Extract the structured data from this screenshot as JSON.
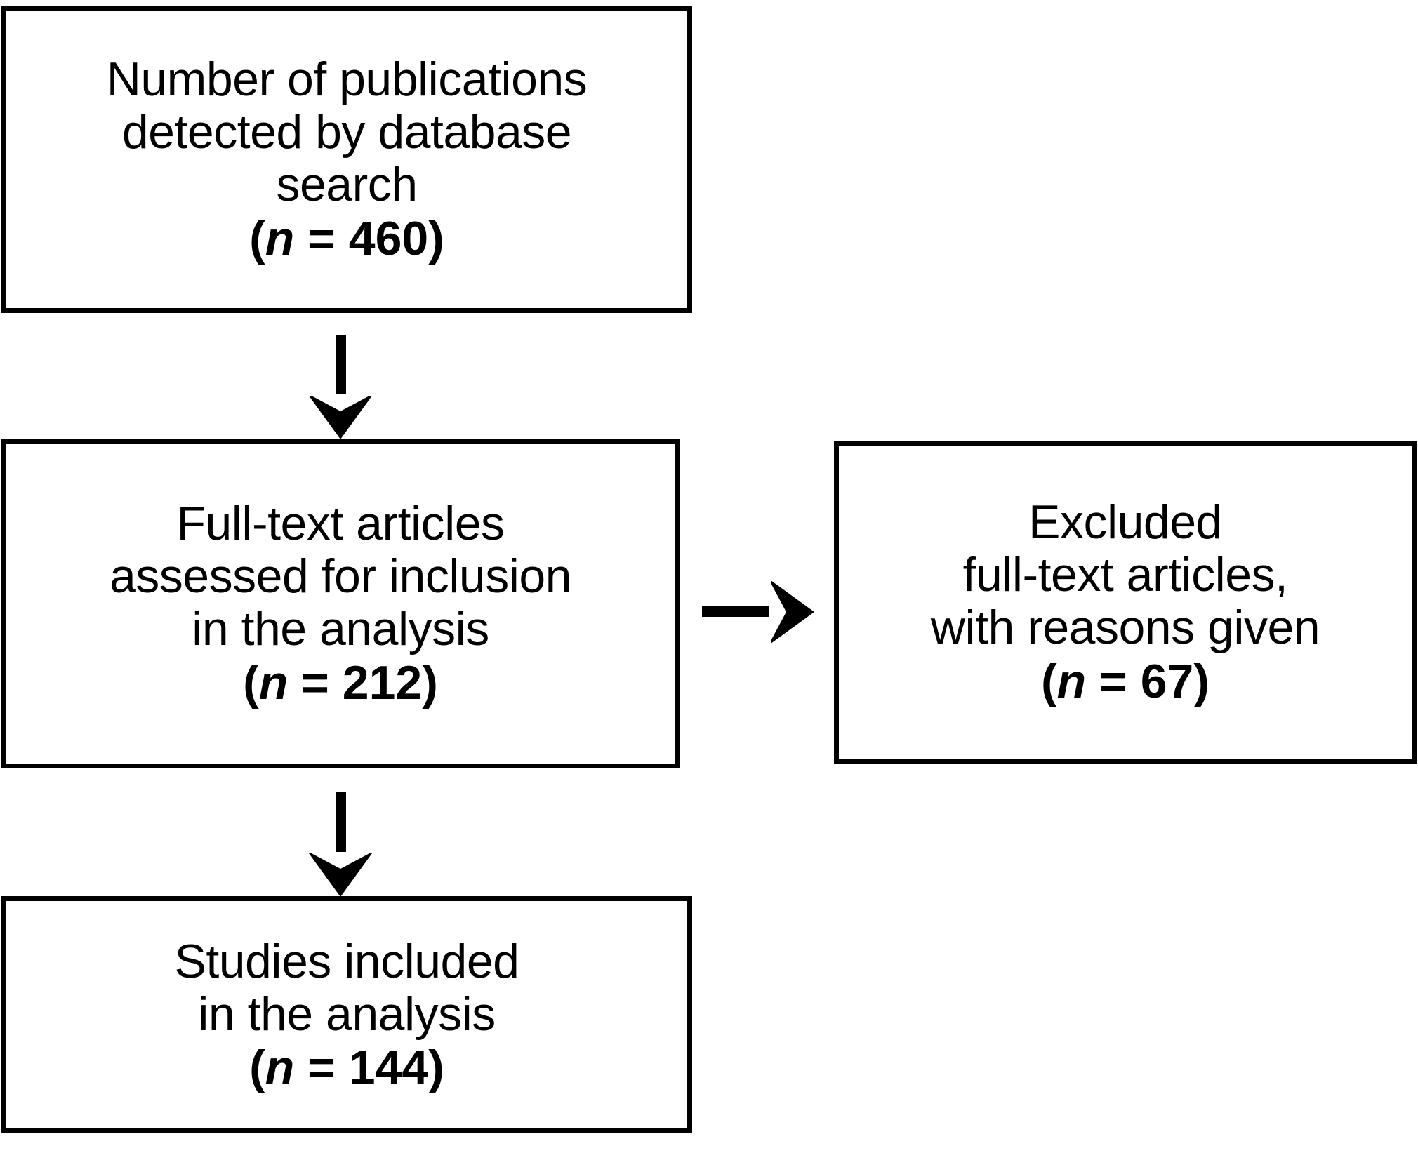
{
  "figure": {
    "type": "prisma-flow-diagram",
    "background_color": "#ffffff",
    "stroke_color": "#000000"
  },
  "nodes": {
    "search": {
      "id": "search",
      "lines": [
        "Number of publications",
        "detected by database",
        "search"
      ],
      "count_open": "(",
      "count_var": "n",
      "count_eq": " = ",
      "count_value": "460",
      "count_close": ")"
    },
    "assessed": {
      "id": "assessed",
      "lines": [
        "Full-text articles",
        "assessed for inclusion",
        "in the analysis"
      ],
      "count_open": "(",
      "count_var": "n",
      "count_eq": " = ",
      "count_value": "212",
      "count_close": ")"
    },
    "excluded": {
      "id": "excluded",
      "lines": [
        "Excluded",
        "full-text articles,",
        "with reasons given"
      ],
      "count_open": "(",
      "count_var": "n",
      "count_eq": " = ",
      "count_value": "67",
      "count_close": ")"
    },
    "included": {
      "id": "included",
      "lines": [
        "Studies included",
        "in the analysis"
      ],
      "count_open": "(",
      "count_var": "n",
      "count_eq": " = ",
      "count_value": "144",
      "count_close": ")"
    }
  },
  "edges": [
    {
      "id": "search-to-assessed",
      "from": "search",
      "to": "assessed",
      "direction": "down",
      "label": ""
    },
    {
      "id": "assessed-to-included",
      "from": "assessed",
      "to": "included",
      "direction": "down",
      "label": ""
    },
    {
      "id": "assessed-to-excluded",
      "from": "assessed",
      "to": "excluded",
      "direction": "right",
      "label": ""
    }
  ]
}
